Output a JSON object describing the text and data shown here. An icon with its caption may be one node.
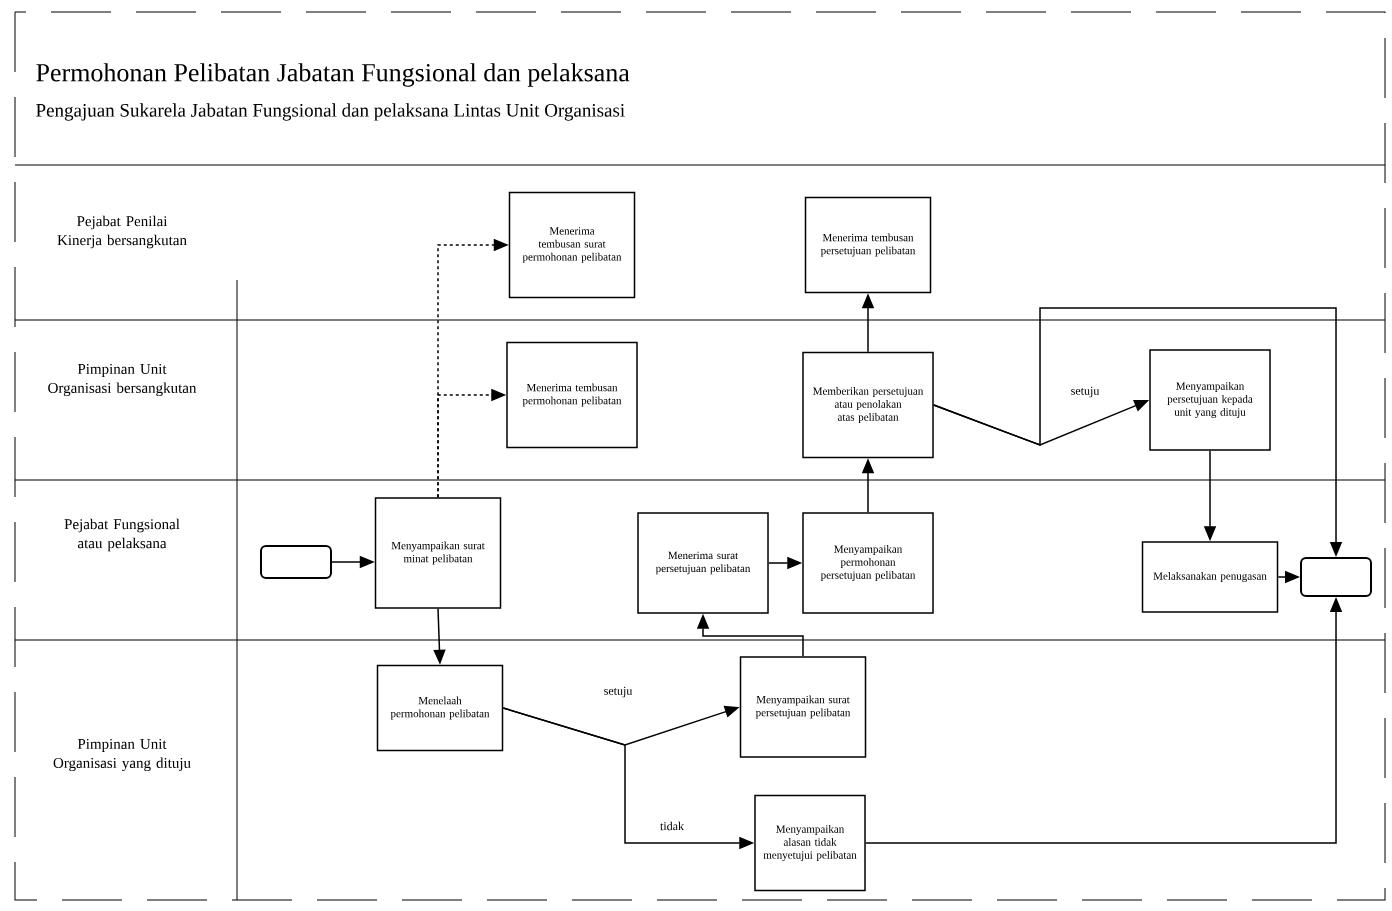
{
  "diagram": {
    "title": "Permohonan Pelibatan Jabatan Fungsional dan pelaksana",
    "nodes": [
      {
        "text": [],
        "shape": "box"
      },
      {
        "text": [
          "Menyampaikan surat minat pelibatan"
        ]
      },
      {
        "text": [
          "Menerima tembusan surat permohonan pelibatan"
        ]
      },
      {
        "text": [
          "Menerima tembusan permohonan pelibatan"
        ]
      },
      {
        "text": [
          "Menelaah permohonan pelibatan"
        ]
      },
      {
        "text": [
          "Menyampaikan surat persetujuan pelibatan"
        ]
      },
      {
        "text": [
          "Menyampaikan alasan tidak menyetujui pelibatan"
        ]
      },
      {
        "text": [
          "Menerima surat persetujuan pelibatan"
        ]
      },
      {
        "text": [
          "Menyampaikan permohonan persetujuan pelibatan"
        ]
      },
      {
        "text": [
          "Memberikan persetujuan atau penolakan atas pelibatan"
        ]
      },
      {
        "text": [
          "Menerima tembusan persetujuan pelibatan"
        ]
      },
      {
        "text": [
          "Menyampaikan persetujuan kepada unit yang dituju"
        ]
      },
      {
        "text": [
          "Melaksanakan penugasan"
        ]
      },
      {
        "text": [],
        "shape": "box"
      }
    ],
    "edges": [
      {
        "from": 0,
        "to": 1,
        "arrow": "to"
      },
      {
        "from": 1,
        "to": 2,
        "arrow": "to",
        "style": "dashed"
      },
      {
        "from": 1,
        "to": 3,
        "arrow": "to",
        "style": "dashed"
      },
      {
        "from": 1,
        "to": 4,
        "arrow": "to"
      },
      {
        "from": 4,
        "to": 5,
        "arrow": "to",
        "label": "setuju"
      },
      {
        "from": 4,
        "to": 6,
        "arrow": "to",
        "label": "tidak"
      },
      {
        "from": 5,
        "to": 7,
        "arrow": "to"
      },
      {
        "from": 7,
        "to": 8,
        "arrow": "to"
      },
      {
        "from": 8,
        "to": 9,
        "arrow": "to"
      },
      {
        "from": 9,
        "to": 10,
        "arrow": "to"
      },
      {
        "from": 9,
        "to": 11,
        "arrow": "to",
        "label": "setuju"
      },
      {
        "from": 9,
        "to": 13,
        "arrow": "to"
      },
      {
        "from": 11,
        "to": 12,
        "arrow": "to"
      },
      {
        "from": 12,
        "to": 13,
        "arrow": "to"
      },
      {
        "from": 6,
        "to": 13,
        "arrow": "to"
      }
    ],
    "labels": [
      "Pengajuan Sukarela Jabatan Fungsional dan pelaksana Lintas Unit Organisasi",
      "Pejabat Penilai Kinerja bersangkutan",
      "Pimpinan Unit Organisasi bersangkutan",
      "Pejabat Fungsional atau pelaksana",
      "Pimpinan Unit Organisasi yang dituju"
    ]
  }
}
